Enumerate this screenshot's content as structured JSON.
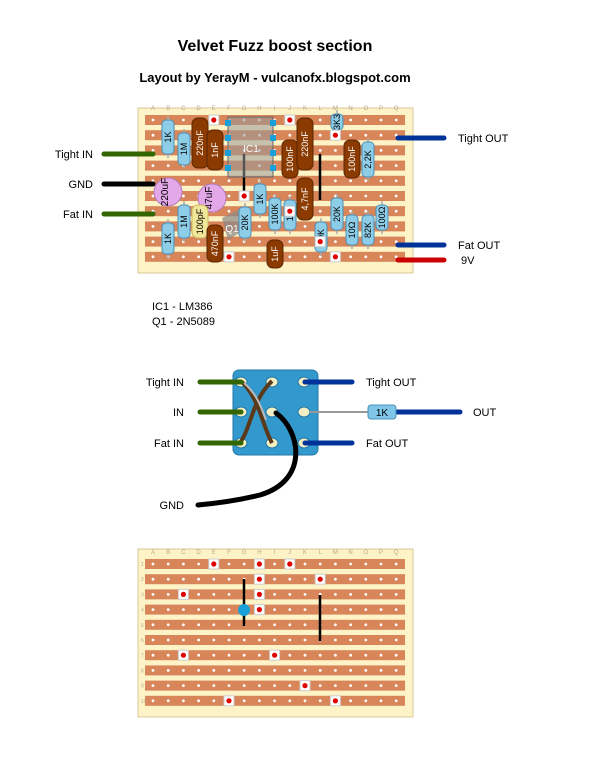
{
  "title": "Velvet Fuzz boost section",
  "subtitle": "Layout by YerayM - vulcanofx.blogspot.com",
  "notes": [
    "IC1 - LM386",
    "Q1 - 2N5089"
  ],
  "columns": [
    "A",
    "B",
    "C",
    "D",
    "E",
    "F",
    "G",
    "H",
    "I",
    "J",
    "K",
    "L",
    "M",
    "N",
    "O",
    "P",
    "Q"
  ],
  "board_wires": [
    {
      "name": "Tight IN",
      "color": "#336600"
    },
    {
      "name": "GND",
      "color": "#000000"
    },
    {
      "name": "Fat IN",
      "color": "#336600"
    },
    {
      "name": "Tight OUT",
      "color": "#003399"
    },
    {
      "name": "Fat OUT",
      "color": "#003399"
    },
    {
      "name": "9V",
      "color": "#cc0000"
    }
  ],
  "resistors": [
    "1K",
    "1M",
    "3K3",
    "2,2K",
    "1K",
    "100K",
    "1M",
    "1M",
    "1K",
    "20K",
    "10K",
    "20K",
    "10Ω",
    "82K",
    "100Ω"
  ],
  "capacitors": [
    "220nF",
    "1nF",
    "100nF",
    "220nF",
    "100nF",
    "4,7nF",
    "100pF",
    "470nF",
    "1uF"
  ],
  "electrolytics": [
    "220uF",
    "47uF"
  ],
  "ic_label": "IC1",
  "transistor_label": "Q1",
  "switch": {
    "left": [
      "Tight IN",
      "IN",
      "Fat IN"
    ],
    "right": [
      "Tight OUT",
      "OUT",
      "Fat OUT"
    ],
    "resistor": "1K",
    "gnd": "GND"
  },
  "colors": {
    "strip": "#d9855a",
    "board": "#fdf3c6",
    "switch": "#3399cc"
  }
}
